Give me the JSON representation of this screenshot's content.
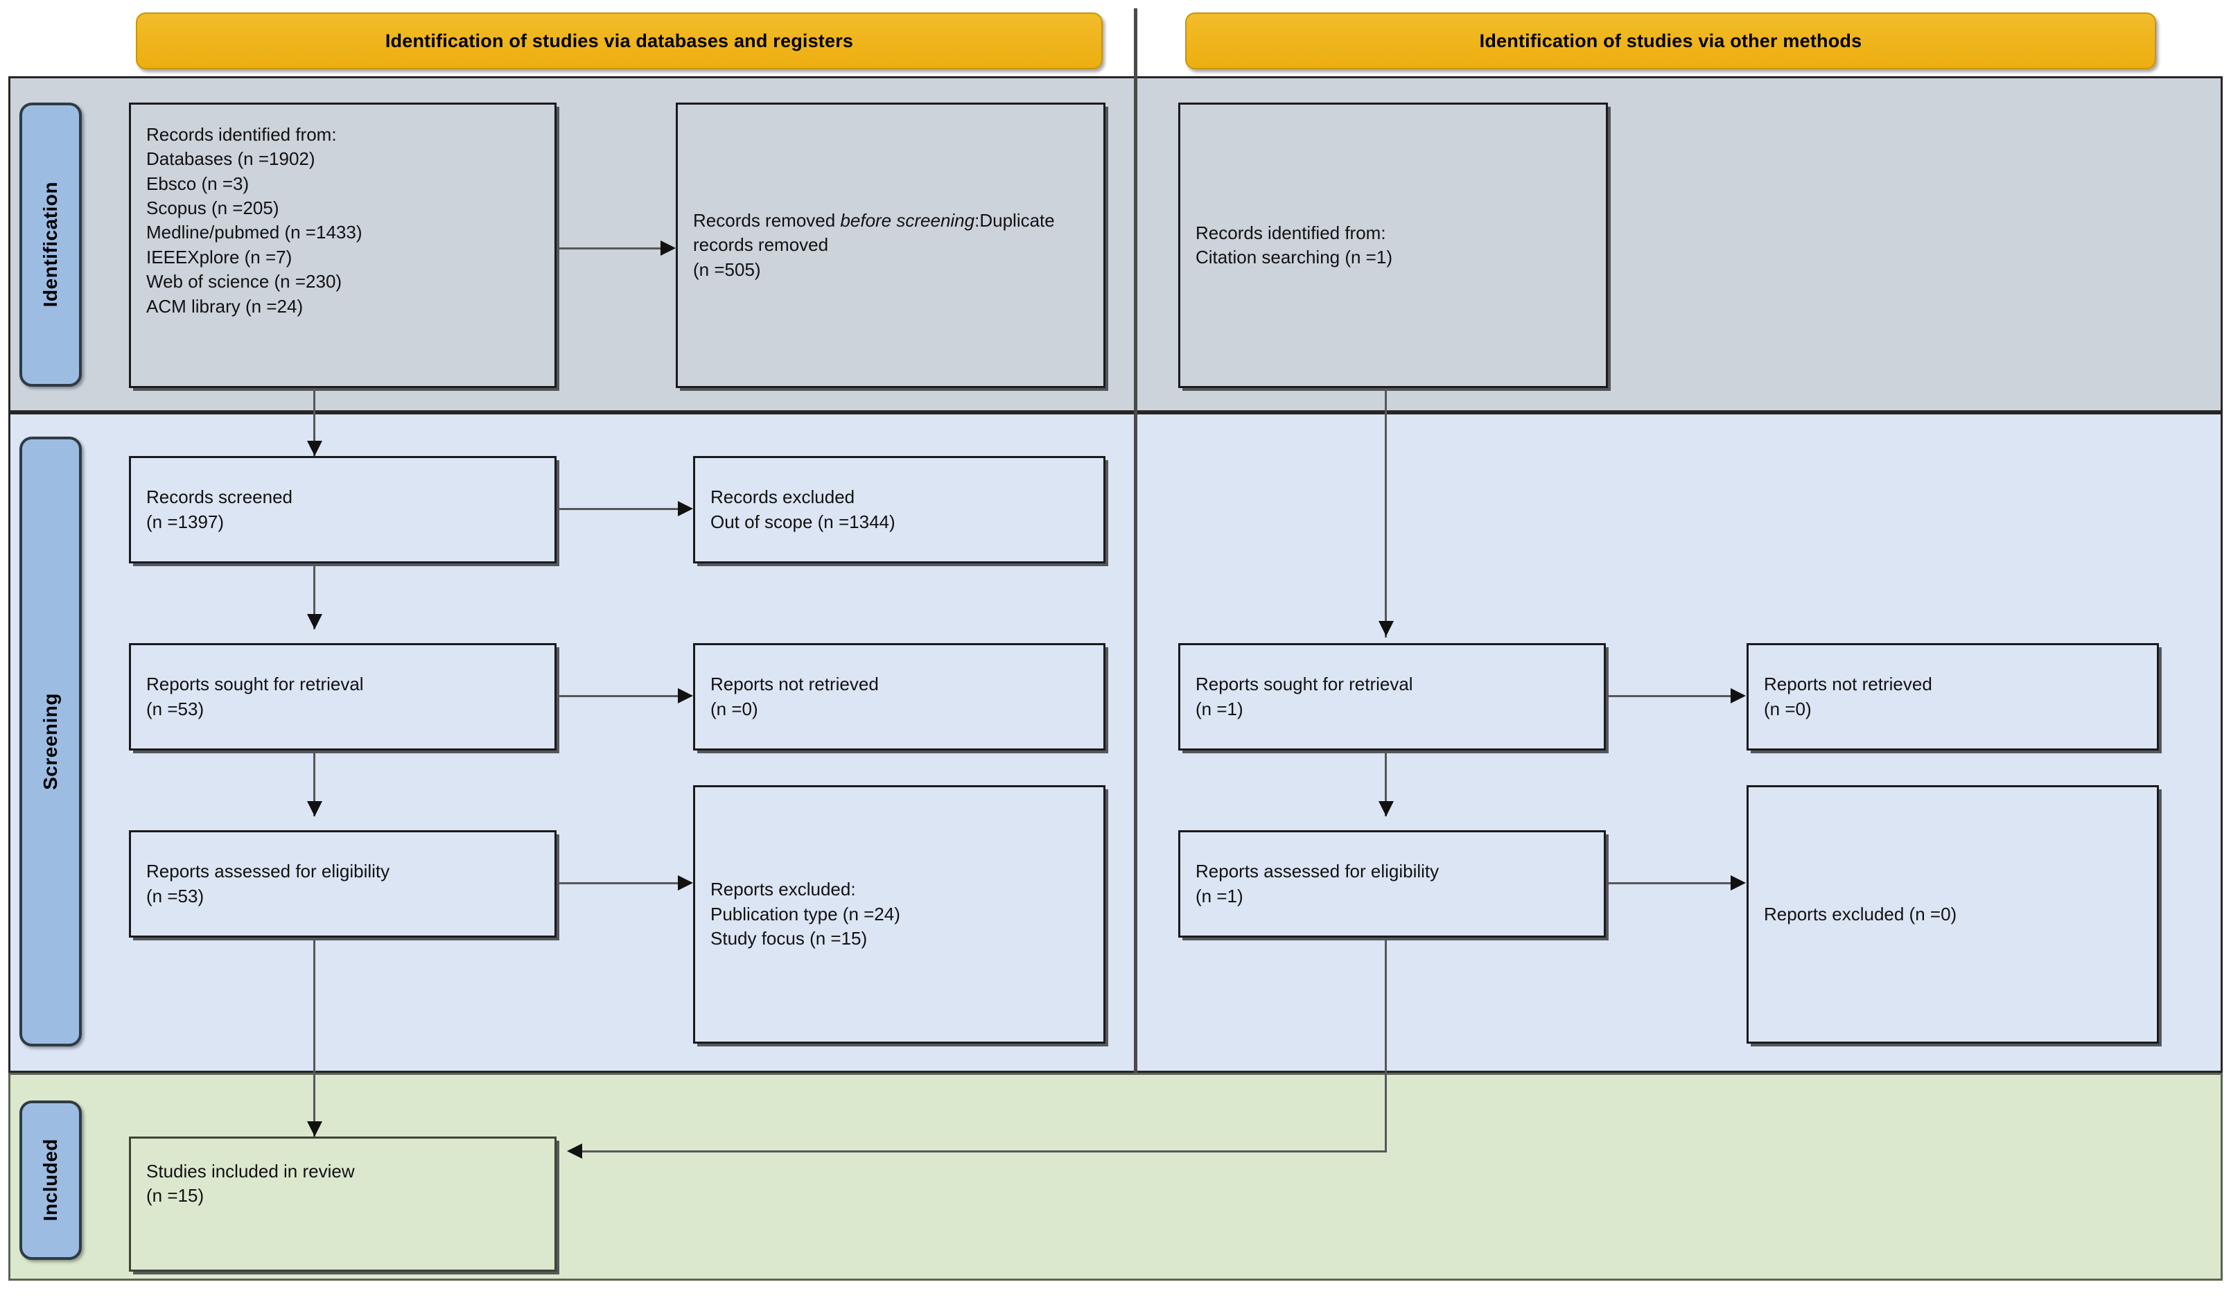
{
  "diagram": {
    "type": "prisma-flow-diagram",
    "banners": [
      {
        "id": "databases-registers",
        "label": "Identification of studies via databases and registers"
      },
      {
        "id": "other-methods",
        "label": "Identification of studies via other methods"
      }
    ],
    "stages": [
      {
        "id": "identification",
        "label": "Identification"
      },
      {
        "id": "screening",
        "label": "Screening"
      },
      {
        "id": "included",
        "label": "Included"
      }
    ],
    "colors": {
      "banner": "#F0B323",
      "identification_band": "#CDD3DB",
      "screening_band": "#DCE5F4",
      "included_band": "#DCE8CE",
      "stage_label": "#9CBCE2",
      "border": "#1b1b1b",
      "connector": "#575757"
    },
    "boxes": {
      "records_identified_db": "Records identified from:\n    Databases (n =1902)\n    Ebsco (n =3)\n    Scopus (n =205)\n    Medline/pubmed (n =1433)\n    IEEEXplore (n =7)\n    Web of science (n =230)\n    ACM library (n =24)",
      "records_removed_pre": "Duplicate records removed\n    (n =505)",
      "records_removed_pre_title": "Records removed ",
      "records_removed_pre_title_em": "before screening",
      "records_removed_pre_title_end": ":",
      "records_identified_other": "Records identified from:\n    Citation searching (n =1)",
      "records_screened": "Records screened\n(n =1397)",
      "records_excluded": "Records excluded\nOut of scope (n =1344)",
      "reports_sought_db": "Reports sought for retrieval\n(n =53)",
      "reports_not_retrieved_db": "Reports not retrieved\n(n =0)",
      "reports_assessed_db": "Reports assessed for eligibility\n(n =53)",
      "reports_excluded_db": "Reports excluded:\n    Publication type (n =24)\n    Study focus (n =15)",
      "reports_sought_other": "Reports sought for retrieval\n(n =1)",
      "reports_not_retrieved_other": "Reports not retrieved\n(n =0)",
      "reports_assessed_other": "Reports assessed for eligibility\n(n =1)",
      "reports_excluded_other": "Reports excluded (n =0)",
      "studies_included": "Studies included in review\n(n =15)"
    },
    "counts": {
      "databases": 1902,
      "ebsco": 3,
      "scopus": 205,
      "medline_pubmed": 1433,
      "ieeexplore": 7,
      "web_of_science": 230,
      "acm_library": 24,
      "duplicates_removed": 505,
      "citation_searching": 1,
      "records_screened": 1397,
      "records_excluded_out_of_scope": 1344,
      "reports_sought_db": 53,
      "reports_not_retrieved_db": 0,
      "reports_assessed_db": 53,
      "excluded_publication_type": 24,
      "excluded_study_focus": 15,
      "reports_sought_other": 1,
      "reports_not_retrieved_other": 0,
      "reports_assessed_other": 1,
      "reports_excluded_other": 0,
      "studies_included": 15
    }
  }
}
